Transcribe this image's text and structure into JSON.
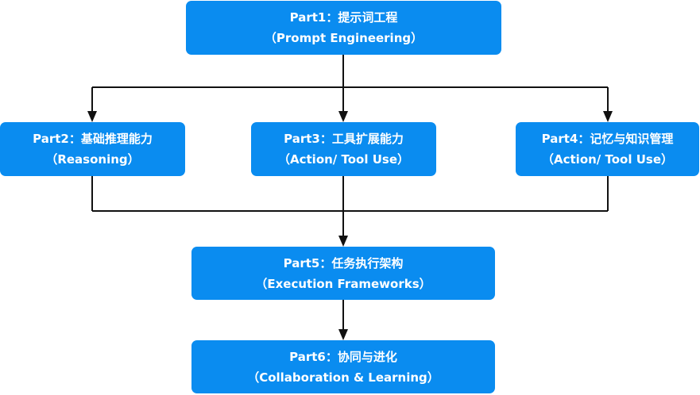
{
  "colors": {
    "node_fill": "#0a8cf0",
    "node_text": "#ffffff",
    "connector": "#111111"
  },
  "nodes": [
    {
      "title": "Part1：提示词工程",
      "subtitle": "（Prompt Engineering）"
    },
    {
      "title": "Part2：基础推理能力",
      "subtitle": "（Reasoning）"
    },
    {
      "title": "Part3：工具扩展能力",
      "subtitle": "（Action/ Tool Use）"
    },
    {
      "title": "Part4：记忆与知识管理",
      "subtitle": "（Action/ Tool Use）"
    },
    {
      "title": "Part5：任务执行架构",
      "subtitle": "（Execution Frameworks）"
    },
    {
      "title": "Part6：协同与进化",
      "subtitle": "（Collaboration & Learning）"
    }
  ],
  "edges": [
    {
      "from": "Part1",
      "to": "Part2"
    },
    {
      "from": "Part1",
      "to": "Part3"
    },
    {
      "from": "Part1",
      "to": "Part4"
    },
    {
      "from": "Part2",
      "to": "Part5"
    },
    {
      "from": "Part3",
      "to": "Part5"
    },
    {
      "from": "Part4",
      "to": "Part5"
    },
    {
      "from": "Part5",
      "to": "Part6"
    }
  ]
}
